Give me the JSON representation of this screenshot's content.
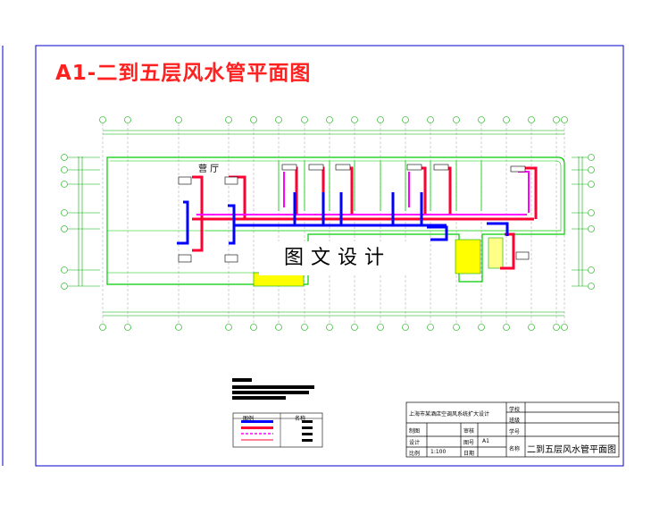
{
  "drawing_title": "A1-二到五层风水管平面图",
  "watermark": "图文设计",
  "room_label": "营 厅",
  "title_block": {
    "project": "上海市某酒店空调风系统扩大设计",
    "row_labels": [
      "制图",
      "设计",
      "比例"
    ],
    "scale_value": "1:100",
    "review_label": "审核",
    "drawing_no_label": "图号",
    "drawing_no_value": "A1",
    "date_label": "日期",
    "school_label": "学校",
    "class_label": "班级",
    "student_no_label": "学号",
    "name_label": "名称",
    "sheet_name": "二到五层风水管平面图"
  },
  "legend": {
    "header_symbol": "图例",
    "header_name": "名称"
  },
  "colors": {
    "border": "#0000cc",
    "title": "#ff2020",
    "grid": "#008800",
    "supply_duct": "#ff0033",
    "water_pipe": "#0000ff",
    "return_duct": "#ff00ff",
    "stair": "#ffff00",
    "wall": "#00cc00"
  }
}
